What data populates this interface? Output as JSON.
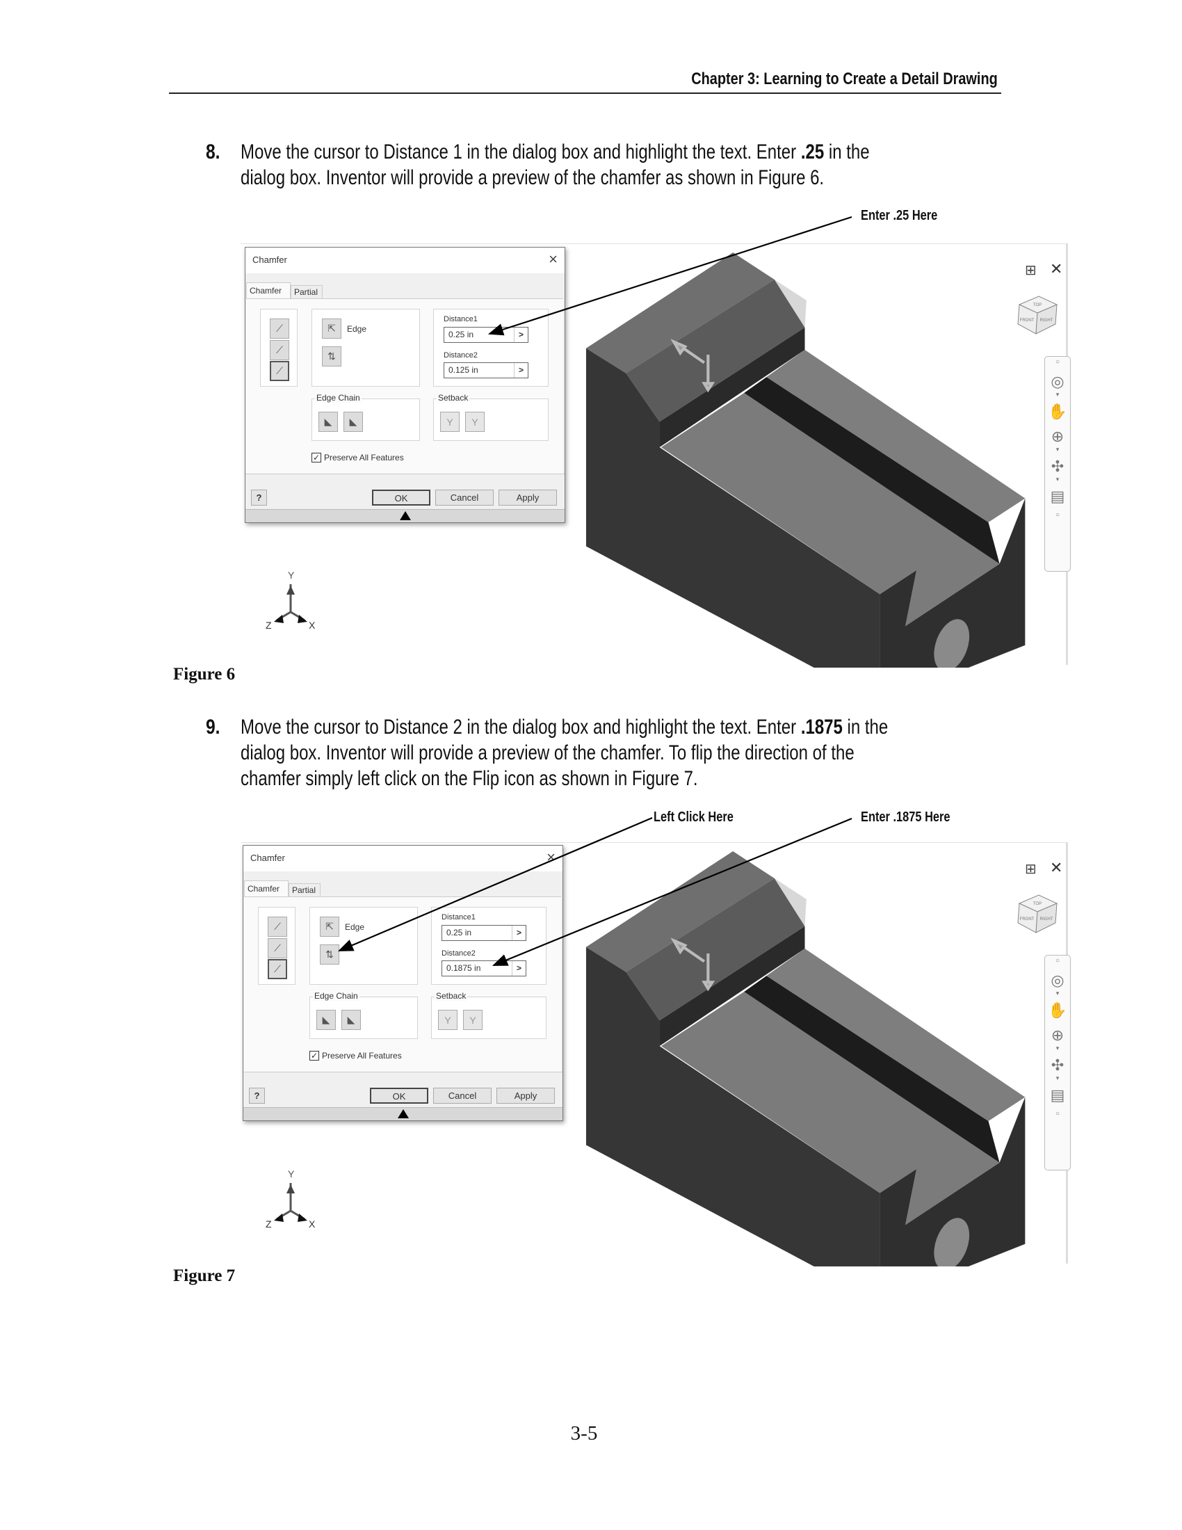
{
  "header": {
    "chapter": "Chapter 3:  Learning to Create a Detail Drawing"
  },
  "steps": [
    {
      "number": "8.",
      "lines": [
        {
          "pre": "Move the cursor to Distance 1 in the dialog box and highlight the text. Enter ",
          "bold": ".25",
          "post": " in the"
        },
        {
          "pre": "dialog box. Inventor will provide a preview of the chamfer as shown in Figure 6.",
          "bold": "",
          "post": ""
        }
      ]
    },
    {
      "number": "9.",
      "lines": [
        {
          "pre": "Move the cursor to Distance 2 in the dialog box and highlight the text. Enter ",
          "bold": ".1875",
          "post": " in the"
        },
        {
          "pre": "dialog box. Inventor will provide a preview of the chamfer. To flip the direction of the",
          "bold": "",
          "post": ""
        },
        {
          "pre": "chamfer simply left click on the Flip icon as shown in Figure 7.",
          "bold": "",
          "post": ""
        }
      ]
    }
  ],
  "figures": [
    {
      "caption": "Figure 6",
      "callouts": [
        "Enter .25 Here"
      ],
      "dialog": {
        "title": "Chamfer",
        "close": "×",
        "tabs": [
          "Chamfer",
          "Partial"
        ],
        "edge_label": "Edge",
        "distance1_label": "Distance1",
        "distance1_value": "0.25 in",
        "distance2_label": "Distance2",
        "distance2_value": "0.125 in",
        "chevron": ">",
        "edge_chain_label": "Edge Chain",
        "setback_label": "Setback",
        "preserve_label": "Preserve All Features",
        "preserve_check": "✓",
        "help": "?",
        "ok": "OK",
        "cancel": "Cancel",
        "apply": "Apply"
      },
      "viewcube": {
        "top": "TOP",
        "front": "FRONT",
        "right": "RIGHT"
      },
      "triad": {
        "x": "X",
        "y": "Y",
        "z": "Z"
      }
    },
    {
      "caption": "Figure 7",
      "callouts": [
        "Left Click Here",
        "Enter .1875 Here"
      ],
      "dialog": {
        "title": "Chamfer",
        "close": "×",
        "tabs": [
          "Chamfer",
          "Partial"
        ],
        "edge_label": "Edge",
        "distance1_label": "Distance1",
        "distance1_value": "0.25 in",
        "distance2_label": "Distance2",
        "distance2_value": "0.1875 in",
        "chevron": ">",
        "edge_chain_label": "Edge Chain",
        "setback_label": "Setback",
        "preserve_label": "Preserve All Features",
        "preserve_check": "✓",
        "help": "?",
        "ok": "OK",
        "cancel": "Cancel",
        "apply": "Apply"
      },
      "viewcube": {
        "top": "TOP",
        "front": "FRONT",
        "right": "RIGHT"
      },
      "triad": {
        "x": "X",
        "y": "Y",
        "z": "Z"
      }
    }
  ],
  "page_number": "3-5"
}
